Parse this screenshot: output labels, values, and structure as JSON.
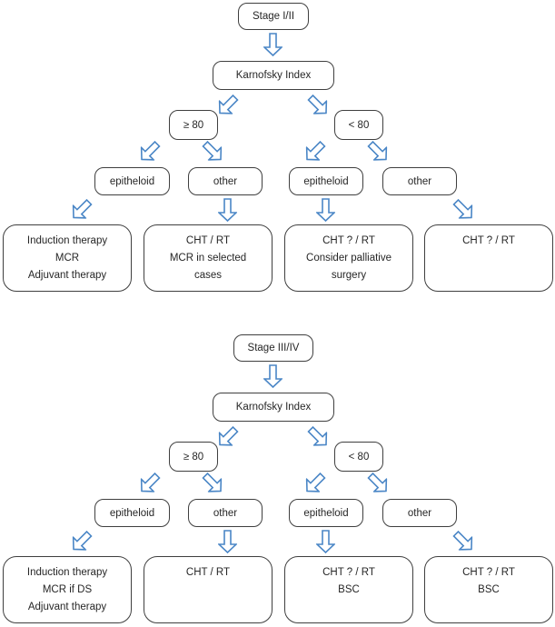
{
  "colors": {
    "arrow_blue": "#4a86c6",
    "box_border": "#3f3f3f",
    "text": "#262626",
    "background": "#ffffff"
  },
  "charts": [
    {
      "stage": "Stage I/II",
      "index": "Karnofsky Index",
      "kps": [
        "≥ 80",
        "< 80"
      ],
      "histology": [
        "epitheloid",
        "other",
        "epitheloid",
        "other"
      ],
      "outcomes": [
        {
          "lines": [
            "Induction therapy",
            "MCR",
            "Adjuvant therapy"
          ]
        },
        {
          "lines": [
            "CHT / RT",
            "MCR in selected",
            "cases"
          ]
        },
        {
          "lines": [
            "CHT ? / RT",
            "Consider palliative",
            "surgery"
          ]
        },
        {
          "lines": [
            "CHT ? / RT",
            "",
            ""
          ]
        }
      ]
    },
    {
      "stage": "Stage III/IV",
      "index": "Karnofsky Index",
      "kps": [
        "≥ 80",
        "< 80"
      ],
      "histology": [
        "epitheloid",
        "other",
        "epitheloid",
        "other"
      ],
      "outcomes": [
        {
          "lines": [
            "Induction therapy",
            "MCR if DS",
            "Adjuvant therapy"
          ]
        },
        {
          "lines": [
            "CHT / RT",
            "",
            ""
          ]
        },
        {
          "lines": [
            "CHT ? / RT",
            "BSC",
            ""
          ]
        },
        {
          "lines": [
            "CHT ? / RT",
            "BSC",
            ""
          ]
        }
      ]
    }
  ]
}
